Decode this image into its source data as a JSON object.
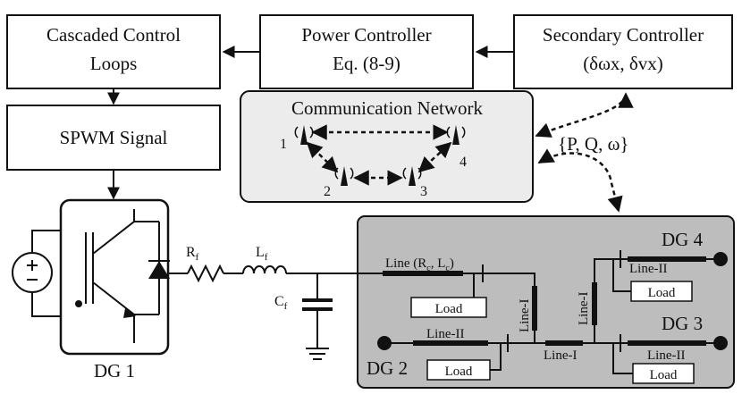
{
  "blocks": {
    "cascaded_line1": "Cascaded Control",
    "cascaded_line2": "Loops",
    "power_line1": "Power Controller",
    "power_line2": "Eq. (8-9)",
    "secondary_line1": "Secondary Controller",
    "secondary_line2": "(δωx, δvx)",
    "spwm": "SPWM Signal",
    "comm_title": "Communication Network"
  },
  "comm_nodes": [
    "1",
    "2",
    "3",
    "4"
  ],
  "signals": "{P, Q, ω}",
  "components": {
    "rf": "R",
    "rf_sub": "f",
    "lf": "L",
    "lf_sub": "f",
    "cf": "C",
    "cf_sub": "f",
    "line_main": "Line (R",
    "line_main_sub1": "c",
    "line_main_mid": ", L",
    "line_main_sub2": "c",
    "line_main_end": ")"
  },
  "lines": {
    "line_i_a": "Line-I",
    "line_i_b": "Line-I",
    "line_i_c": "Line-I",
    "line_ii_a": "Line-II",
    "line_ii_b": "Line-II",
    "line_ii_c": "Line-II"
  },
  "loads": [
    "Load",
    "Load",
    "Load",
    "Load"
  ],
  "dg": {
    "dg1": "DG 1",
    "dg2": "DG 2",
    "dg3": "DG 3",
    "dg4": "DG 4"
  },
  "colors": {
    "comm_bg": "#ececec",
    "grid_bg": "#bdbdbd",
    "stroke": "#111111"
  }
}
